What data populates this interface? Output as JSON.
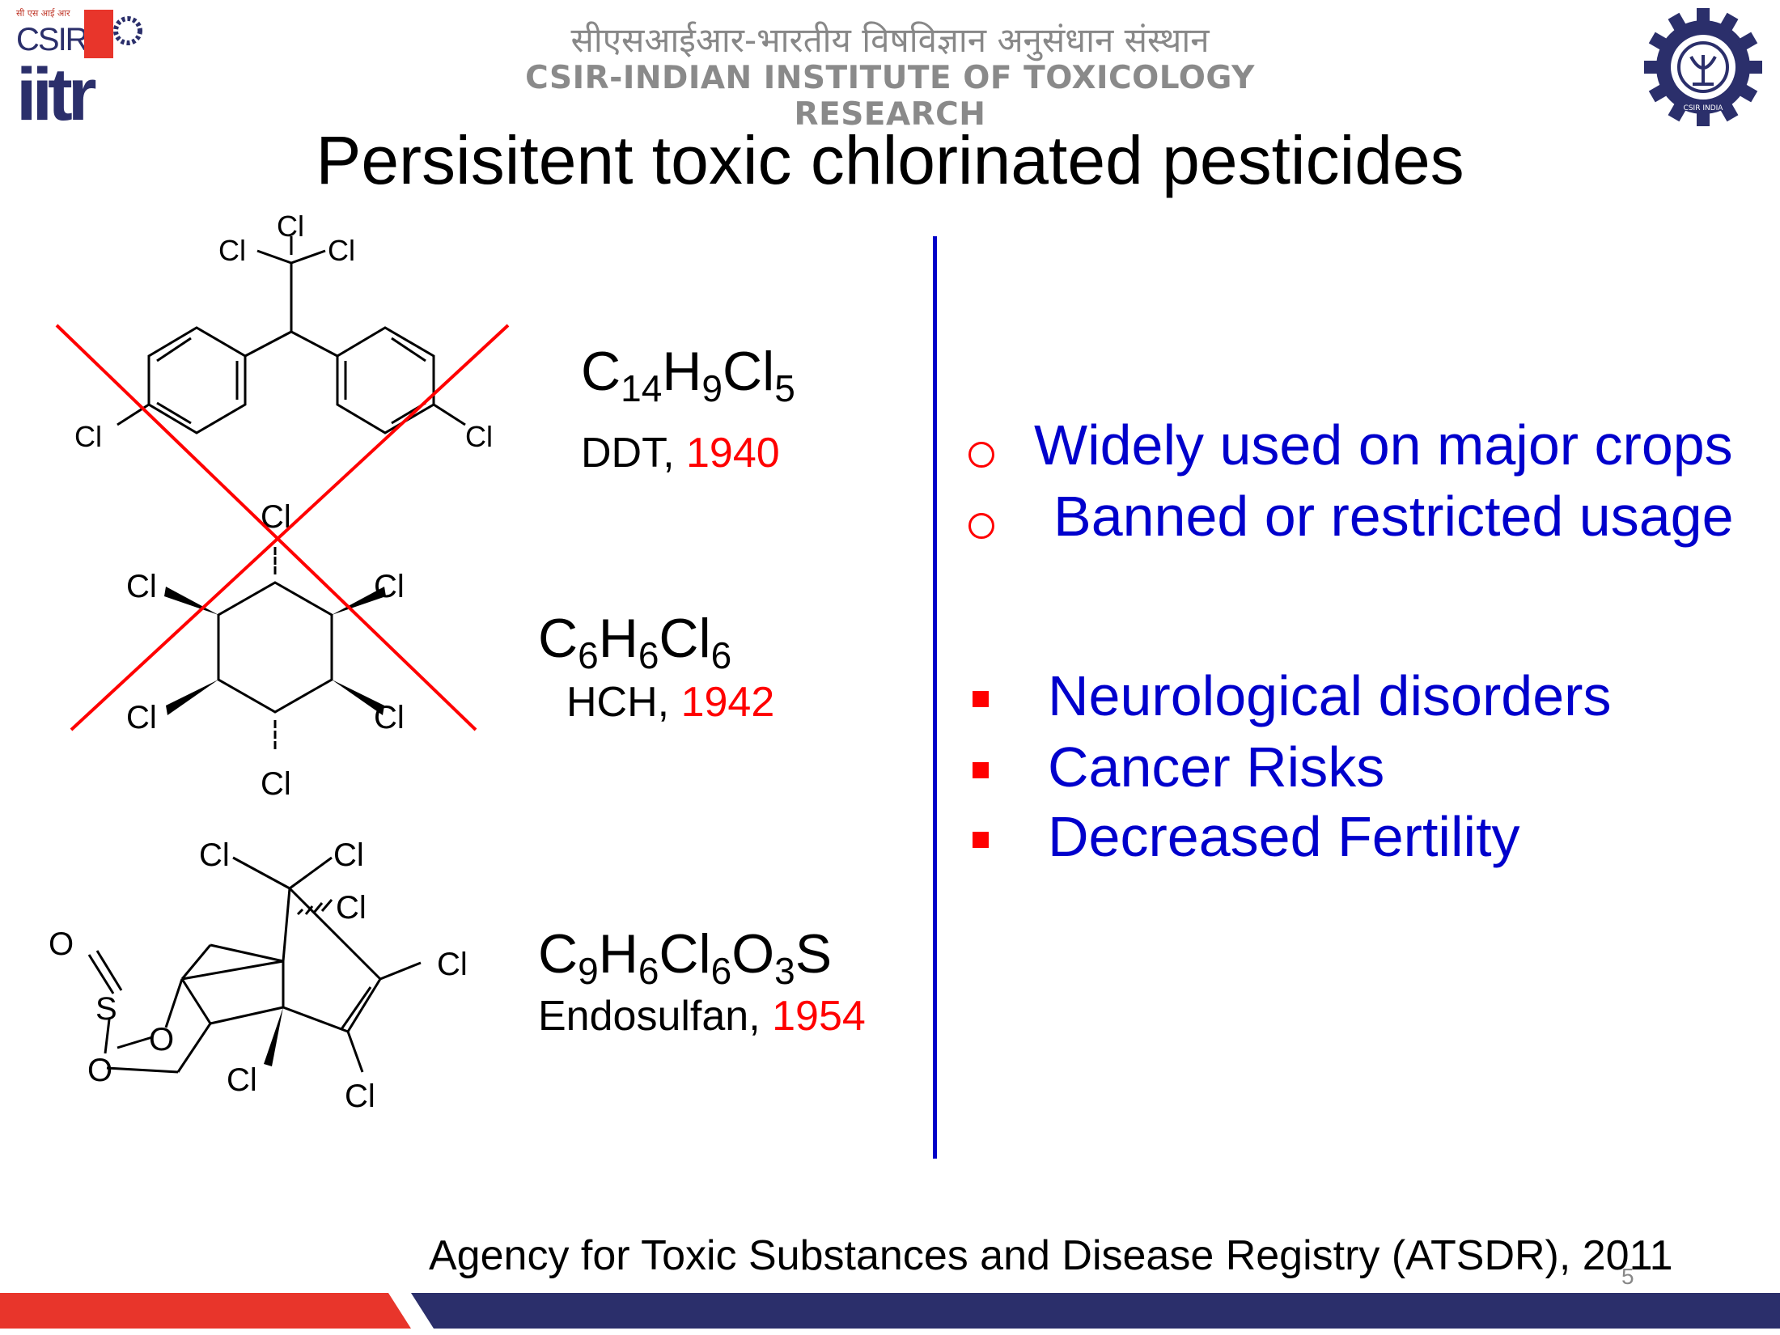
{
  "header": {
    "hindi_title": "सीएसआईआर-भारतीय विषविज्ञान अनुसंधान संस्थान",
    "english_title": "CSIR-INDIAN INSTITUTE OF TOXICOLOGY RESEARCH",
    "logo_left": {
      "icon": "csir-iitr-logo-icon",
      "text_top": "CSIR",
      "text_bottom": "iitr",
      "text_tiny": "सी एस आई आर"
    },
    "logo_right": {
      "icon": "csir-india-gear-emblem-icon",
      "text": "CSIR INDIA"
    }
  },
  "slide": {
    "title": "Persisitent toxic chlorinated pesticides"
  },
  "compounds": [
    {
      "formula": [
        "C",
        "14",
        "H",
        "9",
        "Cl",
        "5"
      ],
      "name": "DDT, ",
      "year": "1940",
      "crossed_out": true
    },
    {
      "formula": [
        "C",
        "6",
        "H",
        "6",
        "Cl",
        "6"
      ],
      "name": "HCH, ",
      "year": "1942",
      "crossed_out": true
    },
    {
      "formula": [
        "C",
        "9",
        "H",
        "6",
        "Cl",
        "6",
        "O",
        "3",
        "S"
      ],
      "name": "Endosulfan, ",
      "year": "1954",
      "crossed_out": false
    }
  ],
  "atom_labels": {
    "cl": "Cl",
    "o": "O",
    "s": "S"
  },
  "bullets_circle": [
    "Widely used on major crops",
    "Banned or restricted usage"
  ],
  "bullets_square": [
    "Neurological disorders",
    "Cancer Risks",
    "Decreased Fertility"
  ],
  "citation": "Agency for Toxic Substances and Disease Registry (ATSDR), 2011",
  "page_number": "5",
  "colors": {
    "bullet_text": "#0000cc",
    "divider": "#0000c8",
    "accent_red": "#ff0000",
    "footer_red": "#e8352b",
    "footer_navy": "#2b2f6b",
    "header_grey": "#888888"
  }
}
